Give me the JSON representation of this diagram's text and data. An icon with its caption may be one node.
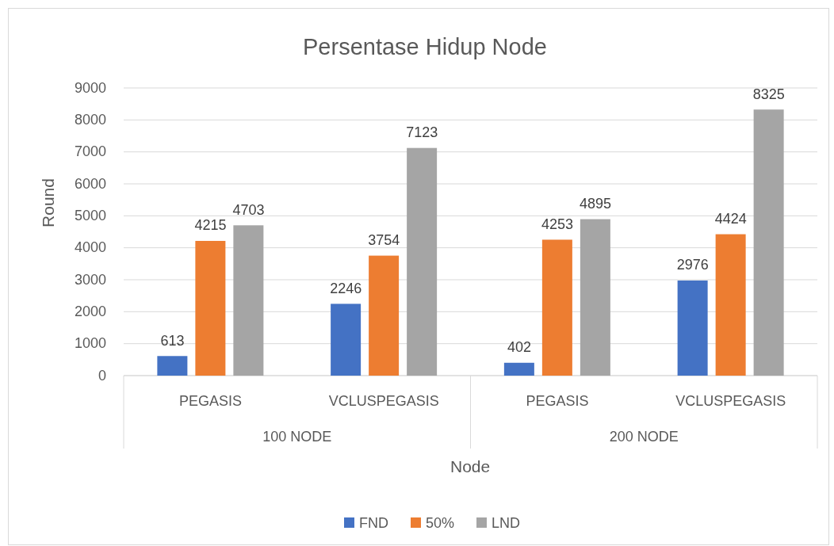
{
  "diagram": {
    "labels": [
      "100 NODE",
      "200 NODE"
    ],
    "chart_data": {
      "type": "bar",
      "title": "Persentase Hidup Node",
      "xlabel": "Node",
      "ylabel": "Round",
      "categories": [
        "PEGASIS",
        "VCLUSPEGASIS",
        "PEGASIS",
        "VCLUSPEGASIS"
      ],
      "series": [
        {
          "name": "FND",
          "color": "#4472c4",
          "values": [
            613,
            2246,
            402,
            2976
          ]
        },
        {
          "name": "50%",
          "color": "#ed7d31",
          "values": [
            4215,
            3754,
            4253,
            4424
          ]
        },
        {
          "name": "LND",
          "color": "#a5a5a5",
          "values": [
            4703,
            7123,
            4895,
            8325
          ]
        }
      ],
      "ylim": [
        0,
        9000
      ],
      "yticks": [
        0,
        1000,
        2000,
        3000,
        4000,
        5000,
        6000,
        7000,
        8000,
        9000
      ],
      "data_labels": true,
      "orientation": "vertical",
      "grid": true,
      "legend": "bottom"
    }
  }
}
